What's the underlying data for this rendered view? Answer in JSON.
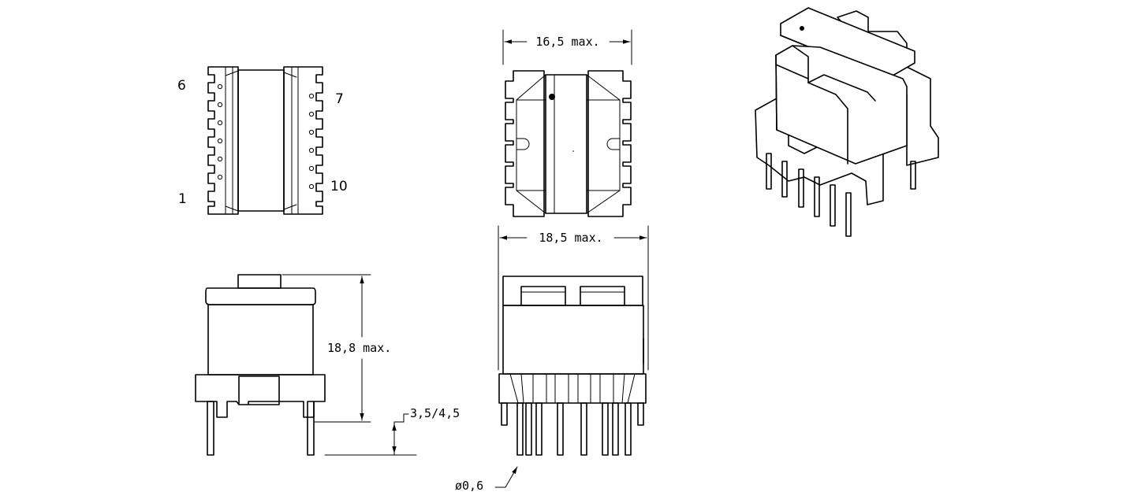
{
  "pin_labels": {
    "pin_6": "6",
    "pin_1": "1",
    "pin_7": "7",
    "pin_10": "10"
  },
  "dimensions": {
    "top_width": "16,5 max.",
    "front_width": "18,5 max.",
    "height": "18,8 max.",
    "pin_length": "3,5/4,5",
    "pin_diameter": "ø0,6"
  },
  "colors": {
    "line": "#000000",
    "background": "#ffffff"
  }
}
